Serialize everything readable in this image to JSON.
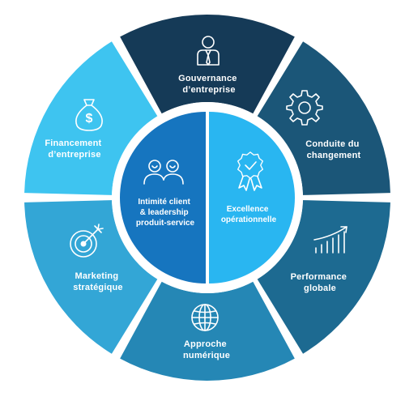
{
  "segments": [
    {
      "id": "gouvernance",
      "lines": [
        "Gouvernance",
        "d’entreprise"
      ],
      "icon": "businessman-icon",
      "color": "#153a57"
    },
    {
      "id": "conduite",
      "lines": [
        "Conduite du",
        "changement"
      ],
      "icon": "gear-icon",
      "color": "#1b5678"
    },
    {
      "id": "performance",
      "lines": [
        "Performance",
        "globale"
      ],
      "icon": "growth-chart-icon",
      "color": "#1d6a91"
    },
    {
      "id": "approche",
      "lines": [
        "Approche",
        "numérique"
      ],
      "icon": "globe-icon",
      "color": "#2587b5"
    },
    {
      "id": "marketing",
      "lines": [
        "Marketing",
        "stratégique"
      ],
      "icon": "target-icon",
      "color": "#33a6d6"
    },
    {
      "id": "financement",
      "lines": [
        "Financement",
        "d’entreprise"
      ],
      "icon": "money-bag-icon",
      "color": "#3ec4f0"
    }
  ],
  "center": {
    "left": {
      "lines": [
        "Intimité client",
        "& leadership",
        "produit-service"
      ],
      "icon": "team-icon",
      "color": "#1675bf"
    },
    "right": {
      "lines": [
        "Excellence",
        "opérationnelle"
      ],
      "icon": "award-badge-icon",
      "color": "#29b6f1"
    }
  }
}
